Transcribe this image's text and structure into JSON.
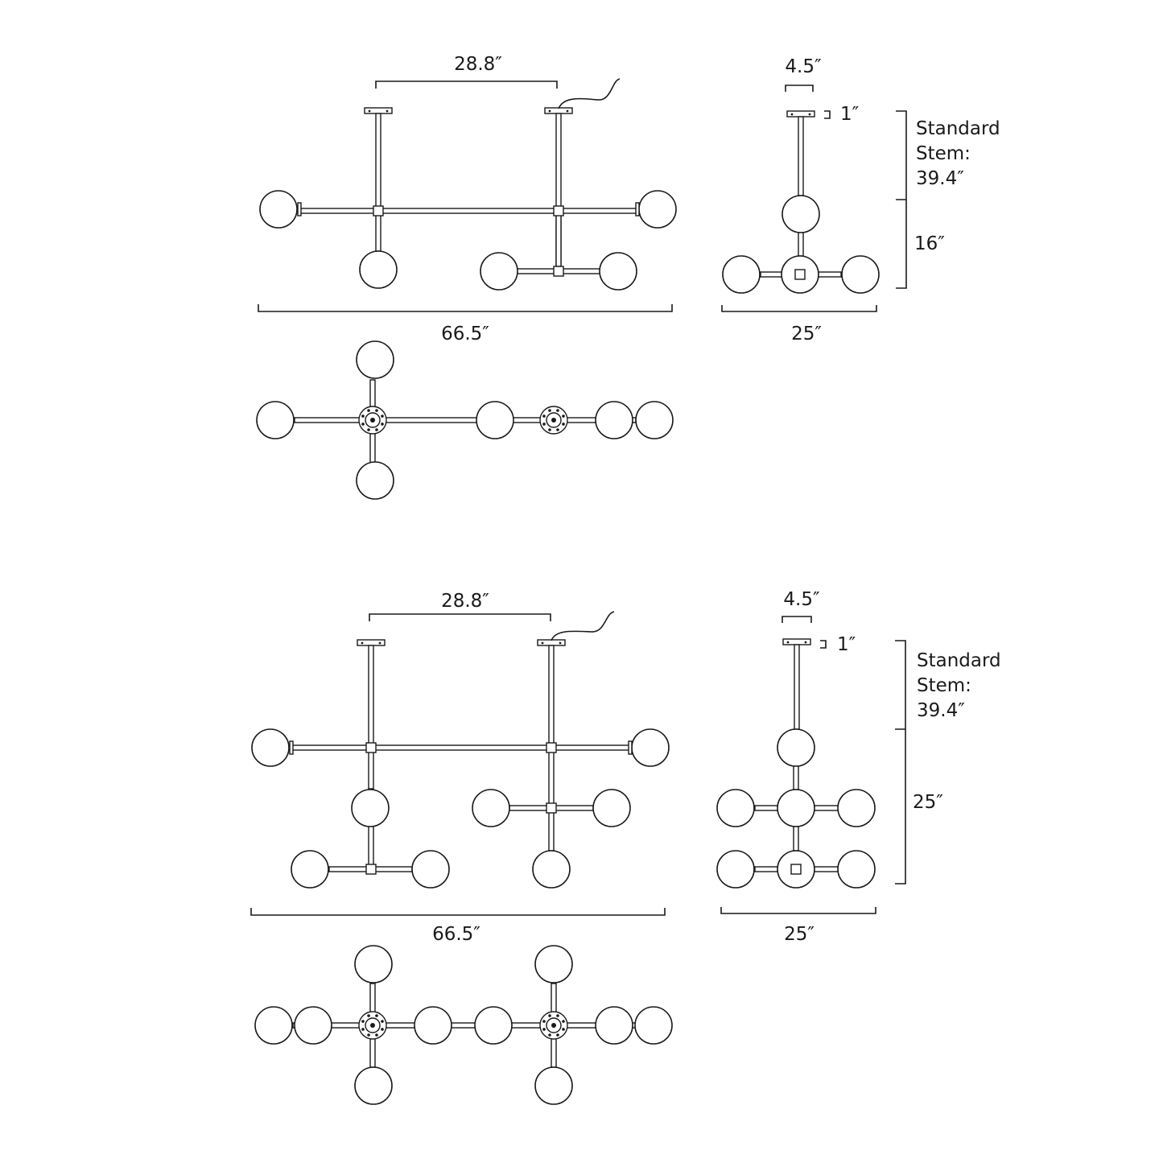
{
  "top": {
    "front": {
      "stem_spacing": "28.8″",
      "width": "66.5″"
    },
    "side": {
      "canopy": "4.5″",
      "canopy_height": "1″",
      "stem_line1": "Standard",
      "stem_line2": "Stem:",
      "stem_line3": "39.4″",
      "body_height": "16″",
      "width": "25″"
    }
  },
  "bottom": {
    "front": {
      "stem_spacing": "28.8″",
      "width": "66.5″"
    },
    "side": {
      "canopy": "4.5″",
      "canopy_height": "1″",
      "stem_line1": "Standard",
      "stem_line2": "Stem:",
      "stem_line3": "39.4″",
      "body_height": "25″",
      "width": "25″"
    }
  }
}
